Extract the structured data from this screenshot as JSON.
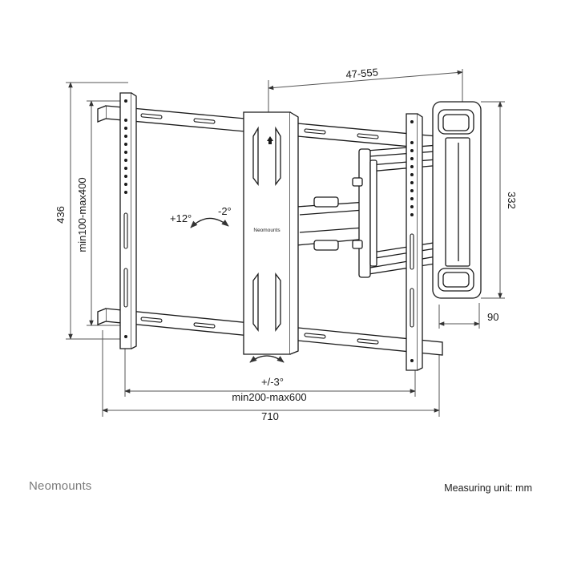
{
  "dimensions": {
    "arm_extension": "47-555",
    "overall_height": "436",
    "vesa_vertical": "min100-max400",
    "wall_plate_height": "332",
    "wall_depth": "90",
    "vesa_horizontal": "min200-max600",
    "overall_width": "710"
  },
  "angles": {
    "tilt_forward": "+12°",
    "tilt_back": "-2°",
    "rotation": "+/-3°"
  },
  "product_label": "Neomounts",
  "footer": {
    "brand": "Neomounts",
    "unit": "Measuring unit: mm"
  },
  "colors": {
    "line": "#1a1a1a",
    "dimension_line": "#555555",
    "brand_gray": "#7a7a7a"
  }
}
